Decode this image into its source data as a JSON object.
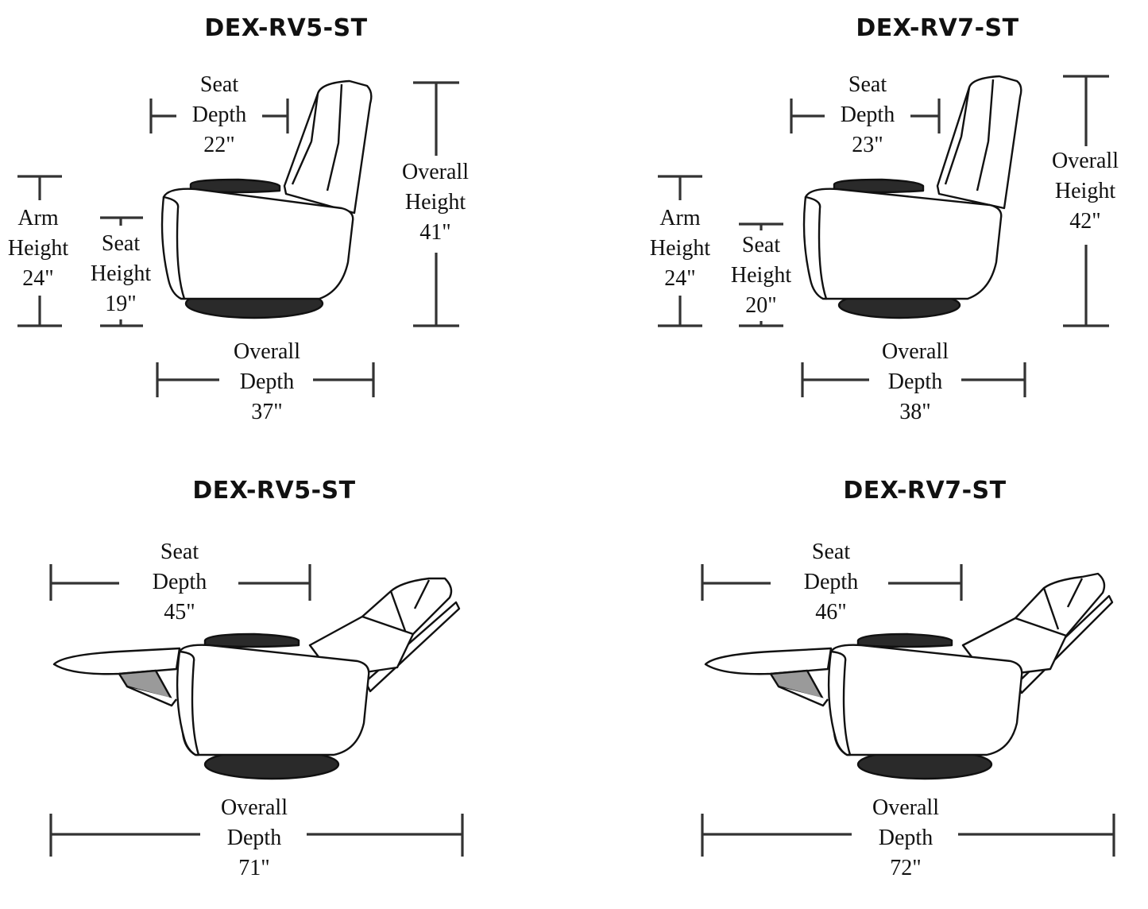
{
  "panels": [
    {
      "title": "DEX-RV5-ST",
      "view": "upright",
      "seat_depth": {
        "label": "Seat",
        "label2": "Depth",
        "value": "22\""
      },
      "arm_height": {
        "label": "Arm",
        "label2": "Height",
        "value": "24\""
      },
      "seat_height": {
        "label": "Seat",
        "label2": "Height",
        "value": "19\""
      },
      "overall_height": {
        "label": "Overall",
        "label2": "Height",
        "value": "41\""
      },
      "overall_depth": {
        "label": "Overall",
        "label2": "Depth",
        "value": "37\""
      }
    },
    {
      "title": "DEX-RV7-ST",
      "view": "upright",
      "seat_depth": {
        "label": "Seat",
        "label2": "Depth",
        "value": "23\""
      },
      "arm_height": {
        "label": "Arm",
        "label2": "Height",
        "value": "24\""
      },
      "seat_height": {
        "label": "Seat",
        "label2": "Height",
        "value": "20\""
      },
      "overall_height": {
        "label": "Overall",
        "label2": "Height",
        "value": "42\""
      },
      "overall_depth": {
        "label": "Overall",
        "label2": "Depth",
        "value": "38\""
      }
    },
    {
      "title": "DEX-RV5-ST",
      "view": "reclined",
      "seat_depth": {
        "label": "Seat",
        "label2": "Depth",
        "value": "45\""
      },
      "overall_depth": {
        "label": "Overall",
        "label2": "Depth",
        "value": "71\""
      }
    },
    {
      "title": "DEX-RV7-ST",
      "view": "reclined",
      "seat_depth": {
        "label": "Seat",
        "label2": "Depth",
        "value": "46\""
      },
      "overall_depth": {
        "label": "Overall",
        "label2": "Depth",
        "value": "72\""
      }
    }
  ]
}
